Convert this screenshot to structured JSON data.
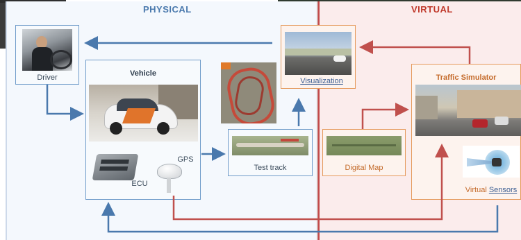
{
  "regions": {
    "physical": "PHYSICAL",
    "virtual": "VIRTUAL"
  },
  "nodes": {
    "driver": "Driver",
    "vehicle": "Vehicle",
    "ecu": "ECU",
    "gps": "GPS",
    "test_track": "Test track",
    "visualization": "Visualization",
    "traffic_simulator": "Traffic Simulator",
    "digital_map": "Digital Map",
    "virtual_sensors_prefix": "Virtual ",
    "virtual_sensors_link": "Sensors"
  },
  "colors": {
    "physical": "#4a79ad",
    "virtual": "#c0392b",
    "arrow_blue": "#4a79ad",
    "arrow_red": "#c0504d"
  }
}
